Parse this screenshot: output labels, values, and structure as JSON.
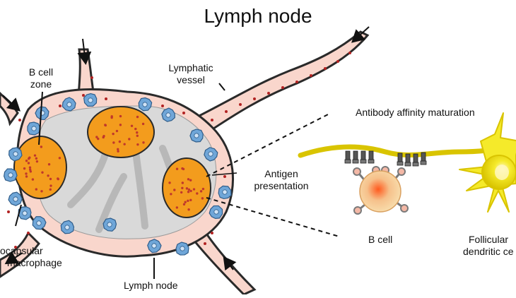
{
  "title": "Lymph node",
  "labels": {
    "b_cell_zone_1": "B cell",
    "b_cell_zone_2": "zone",
    "lymphatic_vessel_1": "Lymphatic",
    "lymphatic_vessel_2": "vessel",
    "antibody_affinity": "Antibody affinity maturation",
    "antigen_1": "Antigen",
    "antigen_2": "presentation",
    "subcapsular_1": "ocapsular",
    "subcapsular_2": "macrophage",
    "lymph_node_bottom": "Lymph node",
    "b_cell": "B cell",
    "follicular_1": "Follicular",
    "follicular_2": "dendritic ce"
  },
  "colors": {
    "node_fill": "#f9d6cc",
    "node_stroke": "#2a2a2a",
    "medulla": "#d9d9d9",
    "follicle": "#f39c1d",
    "follicle_dot": "#c0392b",
    "macrophage": "#6fa6d8",
    "fdc": "#f2e500",
    "b_cell": "#f6c08a"
  }
}
